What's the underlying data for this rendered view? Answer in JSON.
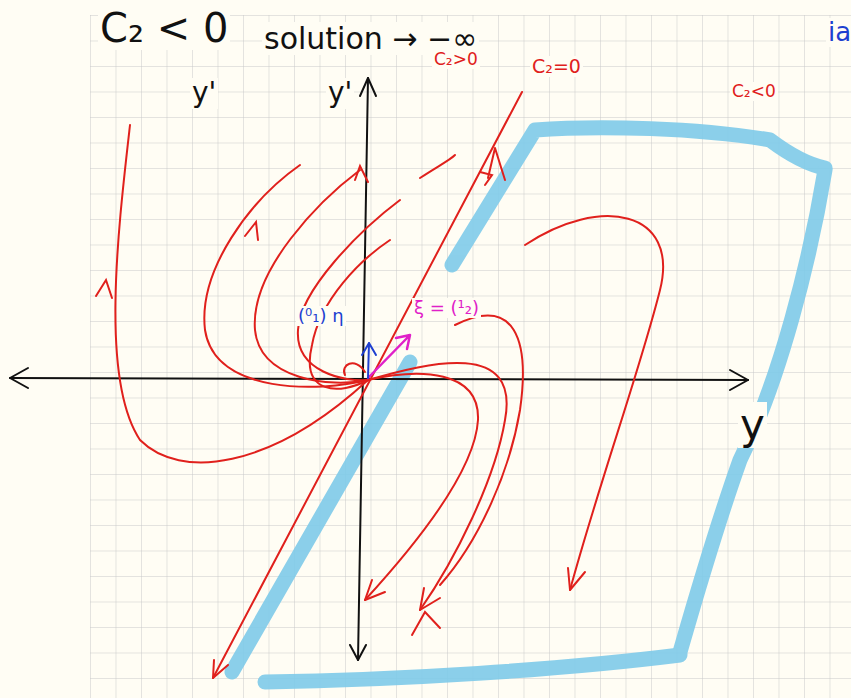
{
  "diagram": {
    "labels": [
      "C₂ < 0",
      "solution → −∞",
      "C₂>0",
      "C₂=0",
      "C₂<0",
      "y'",
      "y'",
      "y",
      "(⁰₁) η",
      "ξ = (¹₂)",
      "ia"
    ]
  }
}
